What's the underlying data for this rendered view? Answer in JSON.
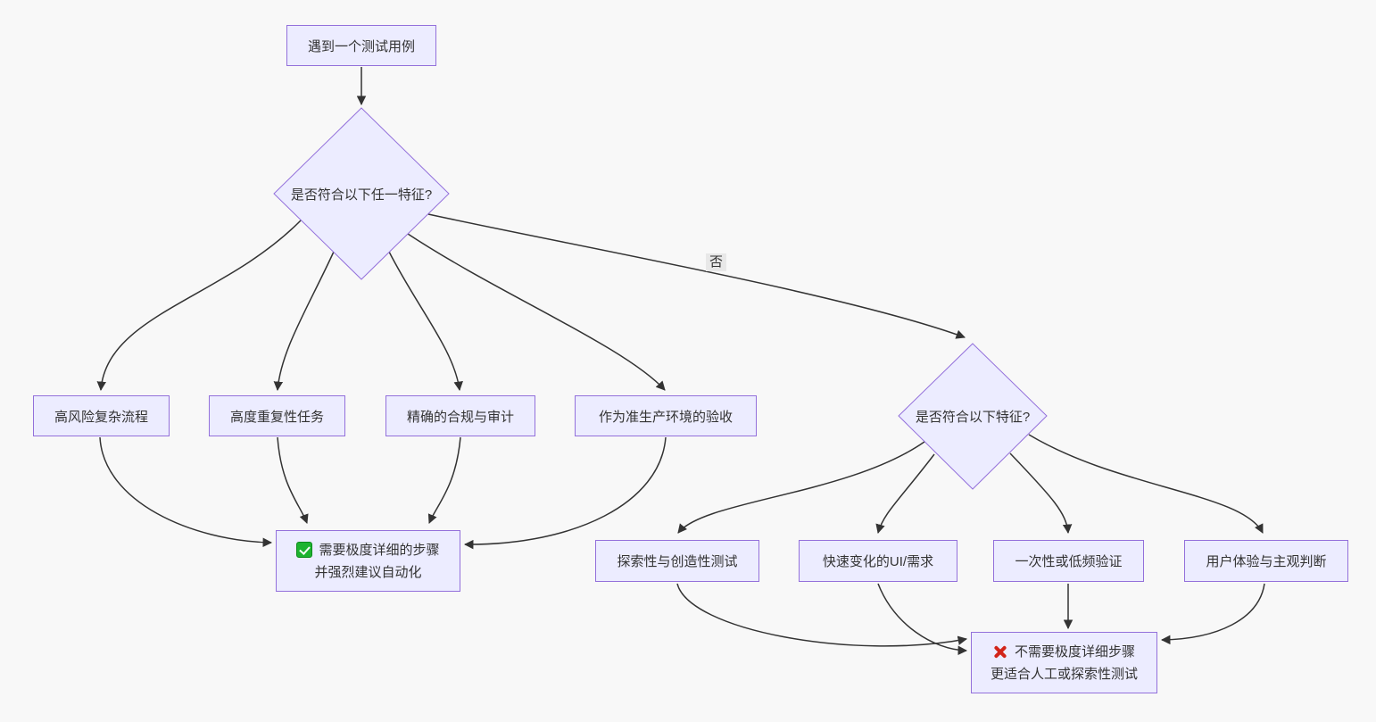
{
  "diagram": {
    "type": "flowchart",
    "colors": {
      "background": "#f8f8f8",
      "node_fill": "#ECECFF",
      "node_border": "#9370DB",
      "edge": "#333333",
      "edge_label_bg": "#e8e8e8",
      "check_green": "#1db32f",
      "cross_red": "#d2251a"
    },
    "nodes": {
      "start": {
        "label": "遇到一个测试用例"
      },
      "decision_any": {
        "label": "是否符合以下任一特征?"
      },
      "high_risk": {
        "label": "高风险复杂流程"
      },
      "repetitive": {
        "label": "高度重复性任务"
      },
      "compliance": {
        "label": "精确的合规与审计"
      },
      "staging_acceptance": {
        "label": "作为准生产环境的验收"
      },
      "need_detailed": {
        "icon": "check-icon",
        "line1": "需要极度详细的步骤",
        "line2": "并强烈建议自动化"
      },
      "decision_these": {
        "label": "是否符合以下特征?"
      },
      "exploratory": {
        "label": "探索性与创造性测试"
      },
      "changing_ui": {
        "label": "快速变化的UI/需求"
      },
      "one_off": {
        "label": "一次性或低频验证"
      },
      "ux_subjective": {
        "label": "用户体验与主观判断"
      },
      "no_detailed": {
        "icon": "cross-icon",
        "line1": "不需要极度详细步骤",
        "line2": "更适合人工或探索性测试"
      }
    },
    "edge_labels": {
      "no": "否"
    }
  }
}
